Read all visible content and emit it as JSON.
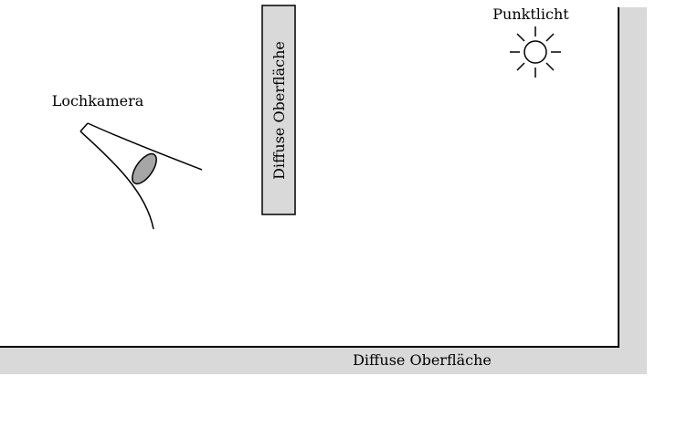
{
  "labels": {
    "camera": "Lochkamera",
    "light": "Punktlicht",
    "panel_surface": "Diffuse Oberfläche",
    "floor_surface": "Diffuse Oberfläche"
  },
  "colors": {
    "background": "#ffffff",
    "wall_shadow": "#d9d9d9",
    "lines": "#000000",
    "lens": "#a6a6a6"
  },
  "icons": {
    "light": "sun-icon",
    "camera": "pinhole-camera-icon"
  }
}
